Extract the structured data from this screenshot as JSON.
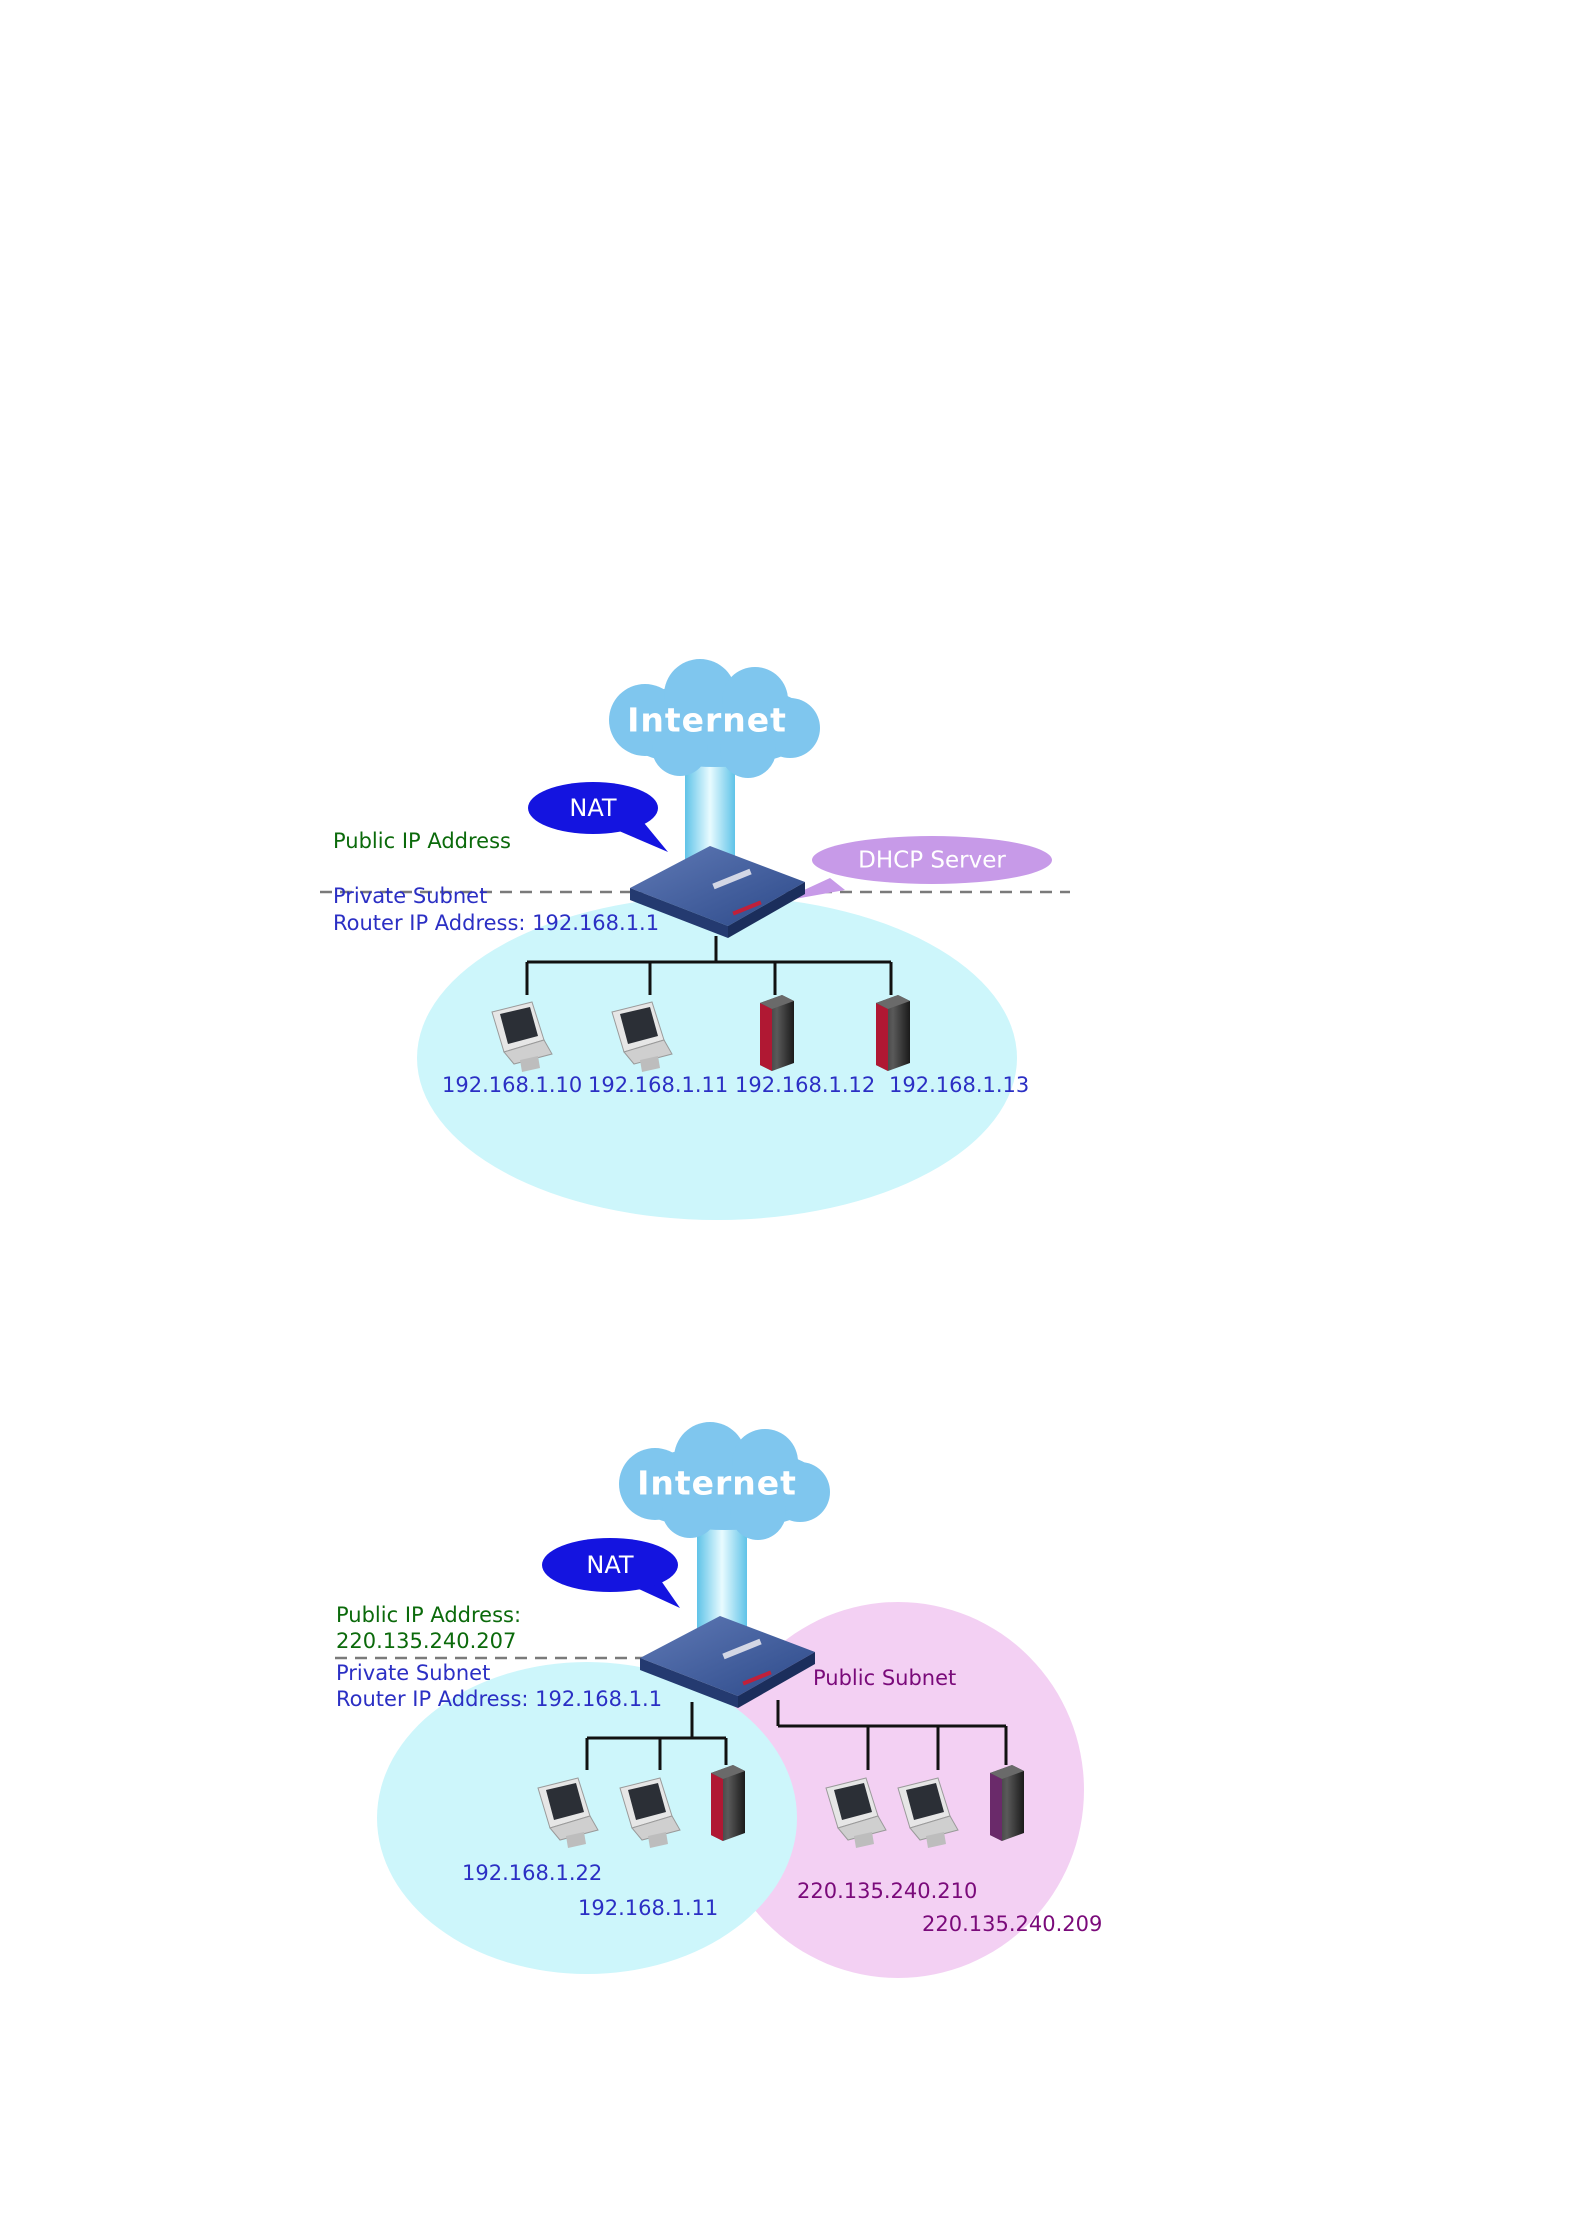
{
  "diagram_1": {
    "cloud": "Internet",
    "nat": "NAT",
    "dhcp": "DHCP Server",
    "public_ip": "Public IP Address",
    "private_subnet": "Private Subnet",
    "router_ip": "Router IP Address: 192.168.1.1",
    "hosts": [
      "192.168.1.10",
      "192.168.1.11",
      "192.168.1.12",
      "192.168.1.13"
    ]
  },
  "diagram_2": {
    "cloud": "Internet",
    "nat": "NAT",
    "public_ip_label": "Public IP Address:",
    "public_ip_value": "220.135.240.207",
    "private_subnet": "Private Subnet",
    "router_ip": "Router IP Address: 192.168.1.1",
    "public_subnet": "Public Subnet",
    "private_hosts": [
      "192.168.1.22",
      "192.168.1.11"
    ],
    "public_hosts": [
      "220.135.240.210",
      "220.135.240.209"
    ]
  },
  "colors": {
    "cloud": "#7fc6ee",
    "private_zone": "#cdf6fb",
    "public_zone": "#f3d0f3",
    "nat_bubble": "#1414e0",
    "dhcp_bubble": "#c79ae8",
    "green_text": "#0b6a0b",
    "blue_text": "#2b2fc4",
    "purple_text": "#7a0a7a"
  }
}
